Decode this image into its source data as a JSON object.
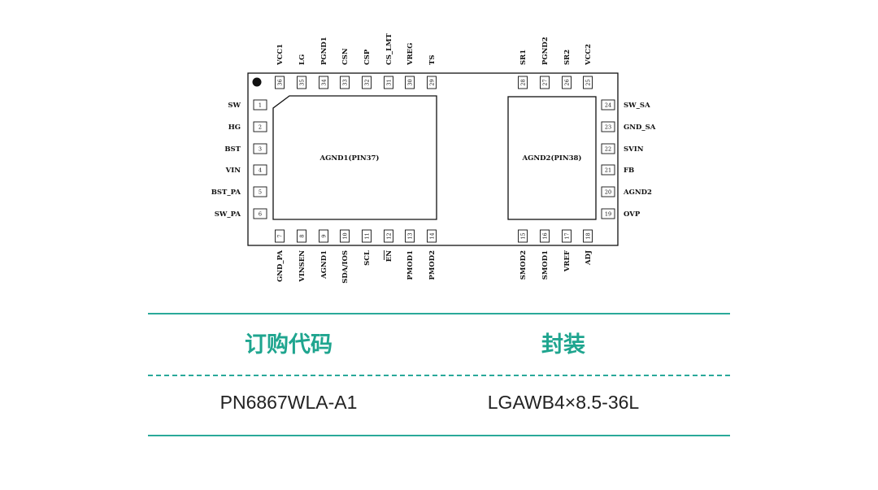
{
  "chip": {
    "pad1_label": "AGND1(PIN37)",
    "pad2_label": "AGND2(PIN38)",
    "pins": {
      "left": [
        {
          "num": "1",
          "name": "SW"
        },
        {
          "num": "2",
          "name": "HG"
        },
        {
          "num": "3",
          "name": "BST"
        },
        {
          "num": "4",
          "name": "VIN"
        },
        {
          "num": "5",
          "name": "BST_PA"
        },
        {
          "num": "6",
          "name": "SW_PA"
        }
      ],
      "right": [
        {
          "num": "24",
          "name": "SW_SA"
        },
        {
          "num": "23",
          "name": "GND_SA"
        },
        {
          "num": "22",
          "name": "SVIN"
        },
        {
          "num": "21",
          "name": "FB"
        },
        {
          "num": "20",
          "name": "AGND2"
        },
        {
          "num": "19",
          "name": "OVP"
        }
      ],
      "top": [
        {
          "num": "36",
          "name": "VCC1"
        },
        {
          "num": "35",
          "name": "LG"
        },
        {
          "num": "34",
          "name": "PGND1"
        },
        {
          "num": "33",
          "name": "CSN"
        },
        {
          "num": "32",
          "name": "CSP"
        },
        {
          "num": "31",
          "name": "CS_LMT"
        },
        {
          "num": "30",
          "name": "VREG"
        },
        {
          "num": "29",
          "name": "TS"
        },
        {
          "num": "28",
          "name": "SR1"
        },
        {
          "num": "27",
          "name": "PGND2"
        },
        {
          "num": "26",
          "name": "SR2"
        },
        {
          "num": "25",
          "name": "VCC2"
        }
      ],
      "bottom": [
        {
          "num": "7",
          "name": "GND_PA"
        },
        {
          "num": "8",
          "name": "VINSEN"
        },
        {
          "num": "9",
          "name": "AGND1"
        },
        {
          "num": "10",
          "name": "SDA/IOS"
        },
        {
          "num": "11",
          "name": "SCL"
        },
        {
          "num": "12",
          "name": "EN"
        },
        {
          "num": "13",
          "name": "PMOD1"
        },
        {
          "num": "14",
          "name": "PMOD2"
        },
        {
          "num": "15",
          "name": "SMOD2"
        },
        {
          "num": "16",
          "name": "SMOD1"
        },
        {
          "num": "17",
          "name": "VREF"
        },
        {
          "num": "18",
          "name": "ADJ"
        }
      ]
    }
  },
  "table": {
    "header_order_code": "订购代码",
    "header_package": "封装",
    "order_code": "PN6867WLA-A1",
    "package": "LGAWB4×8.5-36L"
  },
  "colors": {
    "accent": "#1fa58f",
    "rule": "#2aa99a",
    "line": "#111111"
  }
}
